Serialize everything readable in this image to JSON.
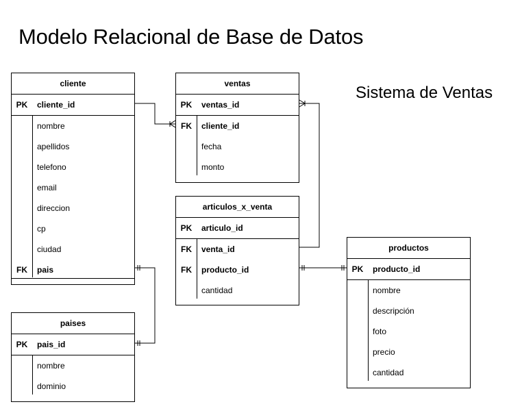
{
  "title": "Modelo Relacional de Base de Datos",
  "subtitle": "Sistema de Ventas",
  "entities": {
    "cliente": {
      "name": "cliente",
      "pk": {
        "key": "PK",
        "field": "cliente_id"
      },
      "attrs": [
        {
          "key": "",
          "field": "nombre"
        },
        {
          "key": "",
          "field": "apellidos"
        },
        {
          "key": "",
          "field": "telefono"
        },
        {
          "key": "",
          "field": "email"
        },
        {
          "key": "",
          "field": "direccion"
        },
        {
          "key": "",
          "field": "cp"
        },
        {
          "key": "",
          "field": "ciudad"
        },
        {
          "key": "FK",
          "field": "pais"
        }
      ]
    },
    "ventas": {
      "name": "ventas",
      "pk": {
        "key": "PK",
        "field": "ventas_id"
      },
      "attrs": [
        {
          "key": "FK",
          "field": "cliente_id"
        },
        {
          "key": "",
          "field": "fecha"
        },
        {
          "key": "",
          "field": "monto"
        }
      ]
    },
    "articulos_x_venta": {
      "name": "articulos_x_venta",
      "pk": {
        "key": "PK",
        "field": "articulo_id"
      },
      "attrs": [
        {
          "key": "FK",
          "field": "venta_id"
        },
        {
          "key": "FK",
          "field": "producto_id"
        },
        {
          "key": "",
          "field": "cantidad"
        }
      ]
    },
    "paises": {
      "name": "paises",
      "pk": {
        "key": "PK",
        "field": "pais_id"
      },
      "attrs": [
        {
          "key": "",
          "field": "nombre"
        },
        {
          "key": "",
          "field": "dominio"
        }
      ]
    },
    "productos": {
      "name": "productos",
      "pk": {
        "key": "PK",
        "field": "producto_id"
      },
      "attrs": [
        {
          "key": "",
          "field": "nombre"
        },
        {
          "key": "",
          "field": "descripción"
        },
        {
          "key": "",
          "field": "foto"
        },
        {
          "key": "",
          "field": "precio"
        },
        {
          "key": "",
          "field": "cantidad"
        }
      ]
    }
  },
  "relationships": [
    {
      "from": "cliente.cliente_id",
      "to": "ventas.cliente_id",
      "from_end": "none",
      "to_end": "one-or-many"
    },
    {
      "from": "cliente.pais",
      "to": "paises.pais_id",
      "from_end": "one-and-only-one",
      "to_end": "one-and-only-one"
    },
    {
      "from": "articulos_x_venta.venta_id",
      "to": "ventas.ventas_id",
      "from_end": "none",
      "to_end": "one-or-many"
    },
    {
      "from": "articulos_x_venta.producto_id",
      "to": "productos.producto_id",
      "from_end": "one-and-only-one",
      "to_end": "one-and-only-one"
    }
  ]
}
